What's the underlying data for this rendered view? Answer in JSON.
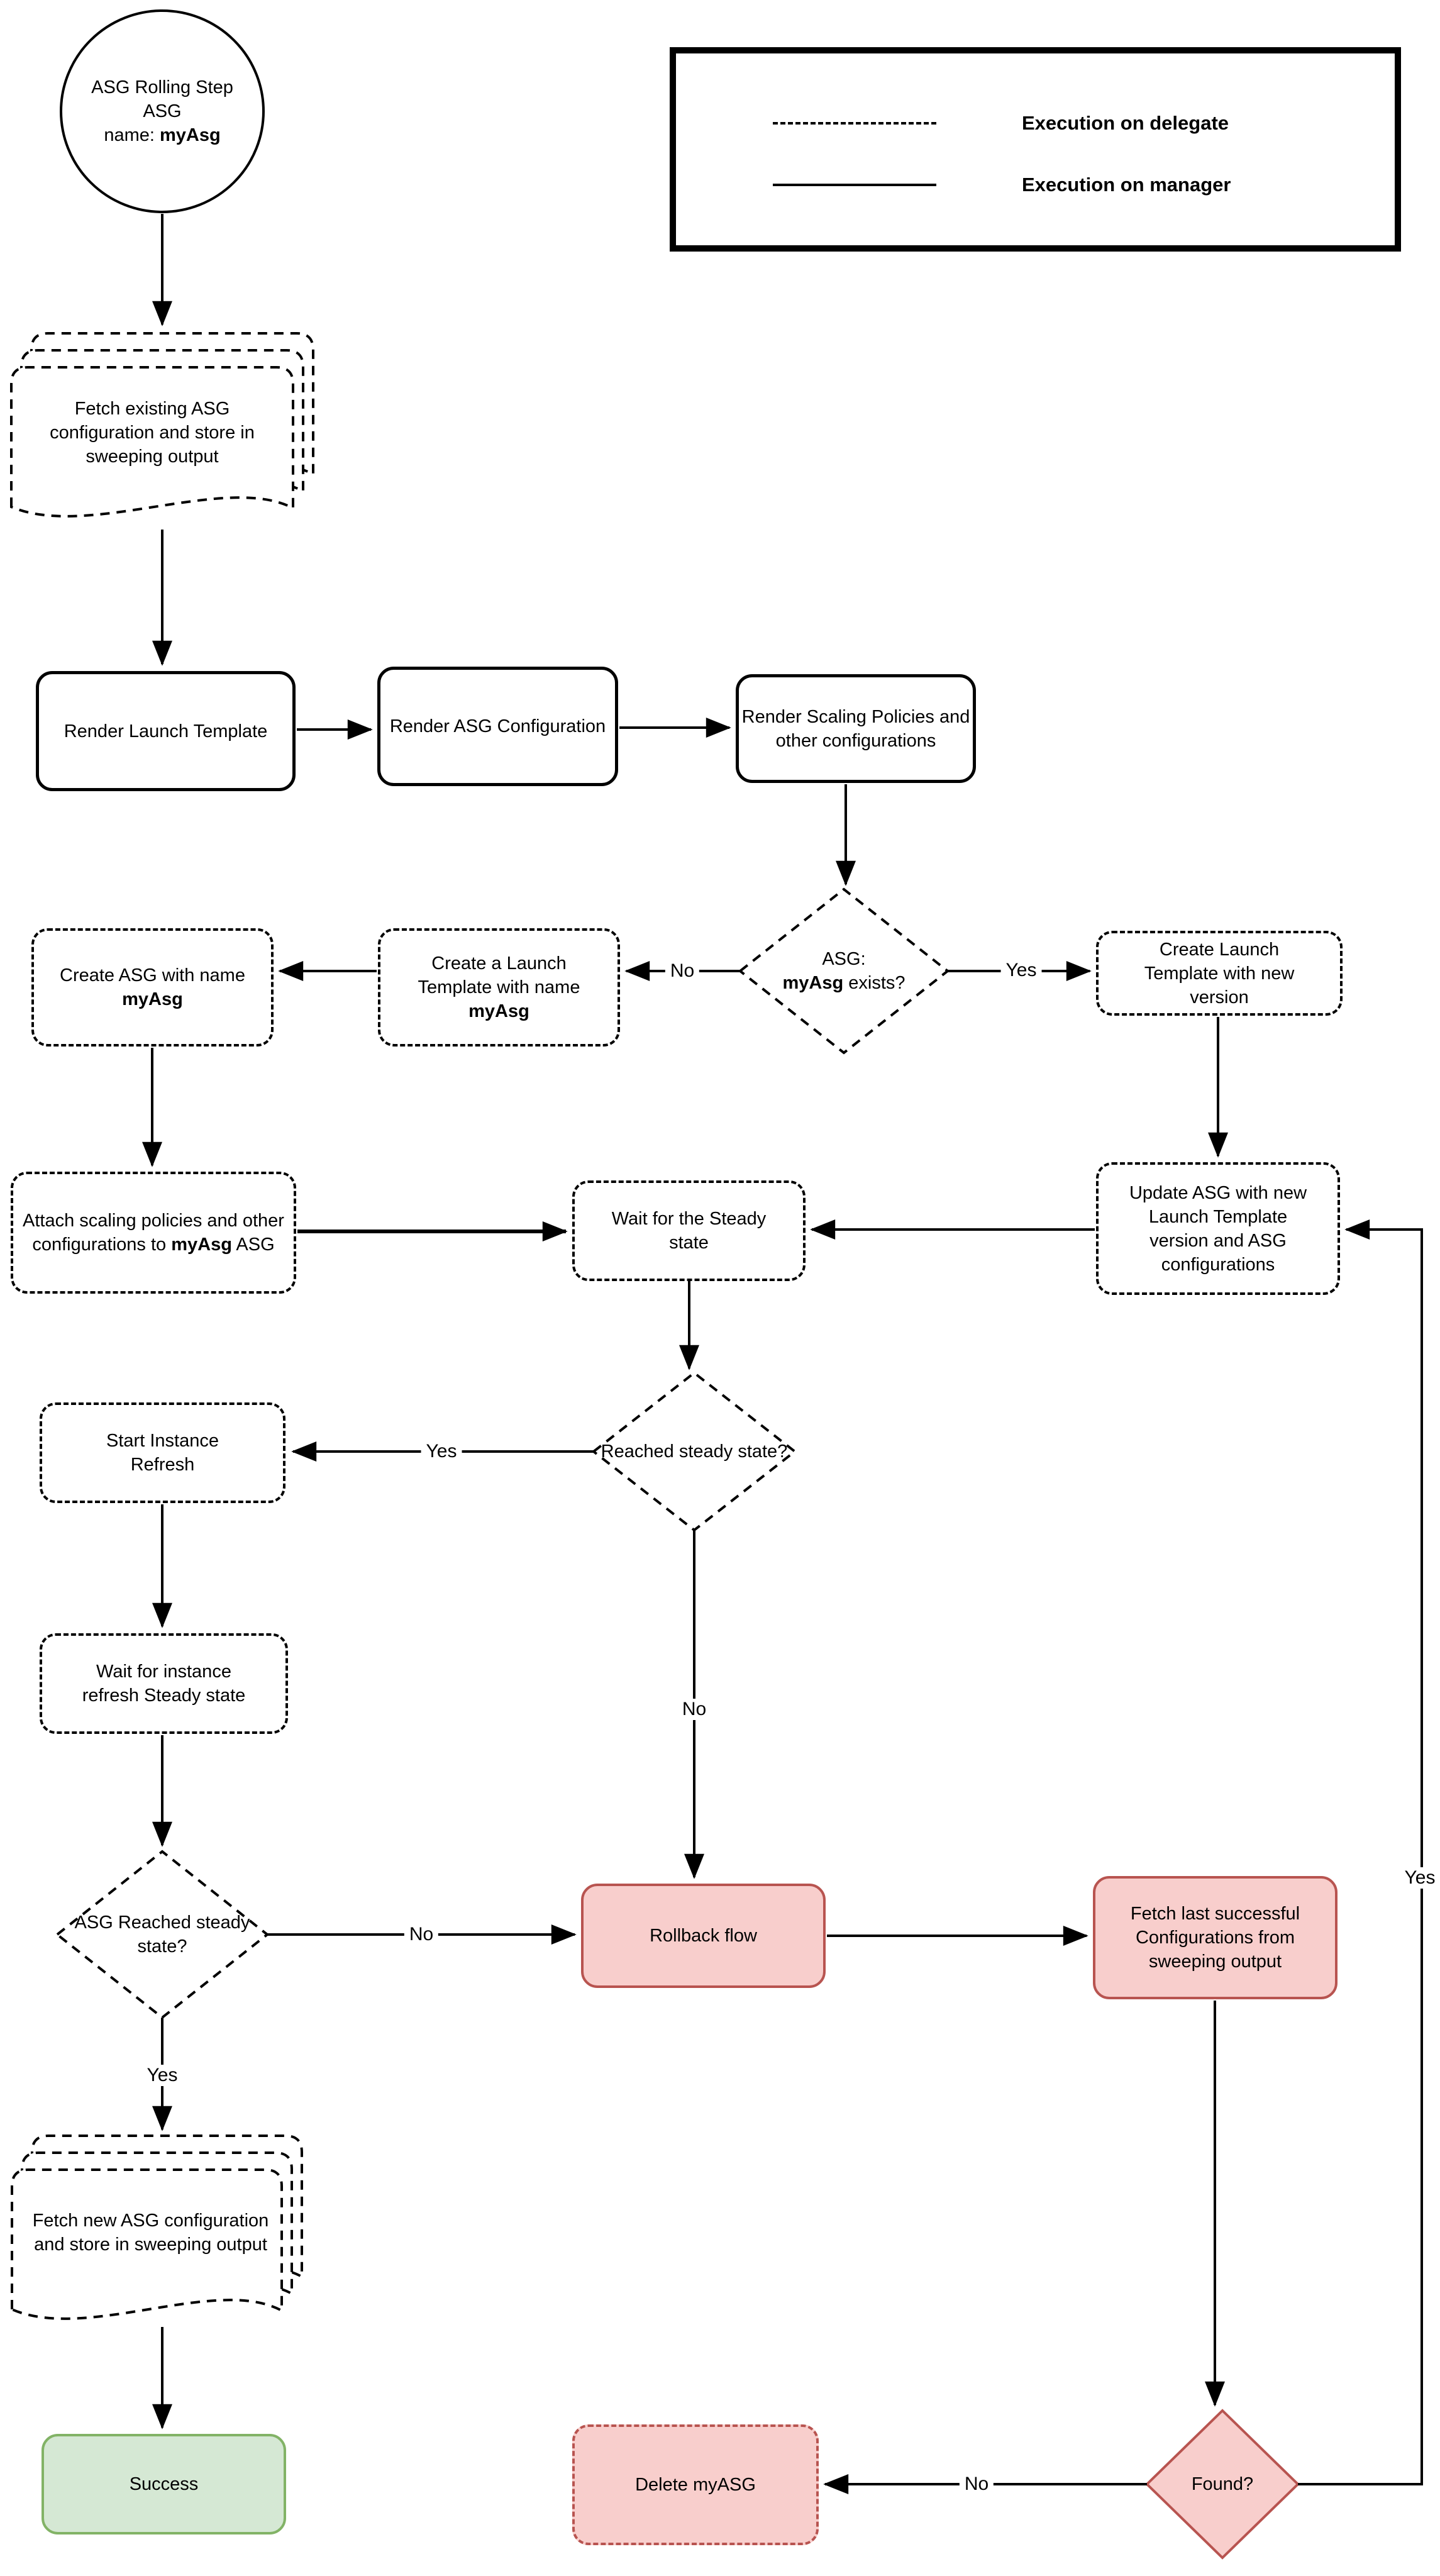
{
  "legend": {
    "delegate_label": "Execution on delegate",
    "manager_label": "Execution on manager"
  },
  "nodes": {
    "start": {
      "line1": "ASG Rolling Step",
      "line2": "ASG",
      "line3_pre": "name: ",
      "line3_bold": "myAsg"
    },
    "fetch_existing": {
      "text": "Fetch existing ASG configuration and store in sweeping output"
    },
    "render_launch": {
      "text": "Render Launch Template"
    },
    "render_asg": {
      "text": "Render ASG Configuration"
    },
    "render_scaling": {
      "text": "Render Scaling Policies and other configurations"
    },
    "asg_exists": {
      "line1": "ASG:",
      "bold": "myAsg",
      "post": " exists?"
    },
    "create_asg": {
      "pre": "Create ASG with name ",
      "bold": "myAsg"
    },
    "create_lt_named": {
      "pre": "Create a Launch Template with name ",
      "bold": "myAsg"
    },
    "create_lt_new": {
      "text": "Create Launch Template with new version"
    },
    "attach_policies": {
      "pre": "Attach scaling policies and other configurations to ",
      "bold": "myAsg",
      "post": " ASG"
    },
    "wait_steady": {
      "text": "Wait for the Steady state"
    },
    "update_asg": {
      "text": "Update ASG with new Launch Template version and ASG configurations"
    },
    "reached_steady": {
      "text": "Reached steady state?"
    },
    "start_refresh": {
      "text": "Start Instance Refresh"
    },
    "wait_refresh": {
      "text": "Wait for instance refresh Steady state"
    },
    "asg_reached_steady": {
      "text": "ASG Reached steady state?"
    },
    "rollback": {
      "text": "Rollback flow"
    },
    "fetch_last": {
      "text": "Fetch last successful Configurations from sweeping output"
    },
    "fetch_new": {
      "text": "Fetch new ASG configuration and store in sweeping output"
    },
    "success": {
      "text": "Success"
    },
    "delete_asg": {
      "text": "Delete myASG"
    },
    "found": {
      "text": "Found?"
    }
  },
  "edge_labels": {
    "exists_no": "No",
    "exists_yes": "Yes",
    "reached_yes": "Yes",
    "reached_no": "No",
    "asg_reached_no": "No",
    "asg_reached_yes": "Yes",
    "found_no": "No",
    "found_yes": "Yes"
  },
  "colors": {
    "line": "#000000",
    "danger_fill": "#f8cecc",
    "danger_stroke": "#b85450",
    "success_fill": "#d5e8d4",
    "success_stroke": "#82b366"
  }
}
